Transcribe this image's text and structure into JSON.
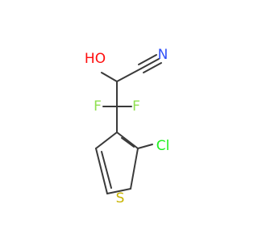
{
  "molecule": {
    "atoms": {
      "hydroxyl": "HO",
      "nitrogen": "N",
      "fluorine_left": "F",
      "fluorine_right": "F",
      "chlorine": "Cl",
      "sulfur": "S"
    }
  },
  "colors": {
    "bond": "#3a3a3a",
    "oxygen": "#ff0d0d",
    "hydrogen": "#3a3a3a",
    "nitrogen": "#3050f8",
    "fluorine": "#90e050",
    "chlorine": "#1ff01f",
    "sulfur": "#c8b400"
  }
}
